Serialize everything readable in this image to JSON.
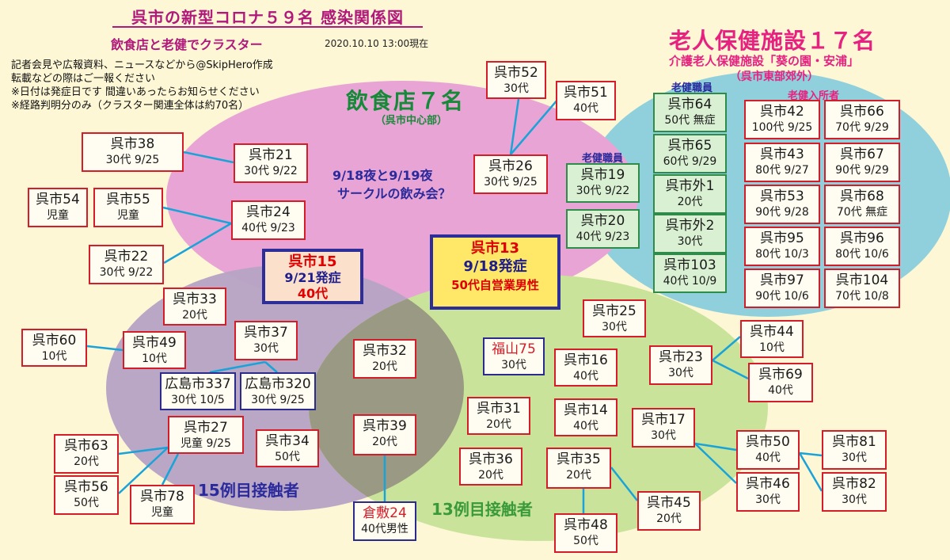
{
  "header": {
    "title": "呉市の新型コロナ５９名 感染関係図",
    "subtitle": "飲食店と老健でクラスター",
    "date": "2020.10.10 13:00現在",
    "notes": [
      "記者会見や広報資料、ニュースなどから@SkipHero作成",
      "転載などの際はご一報ください",
      "※日付は発症日です 間違いあったらお知らせください",
      "※経路判明分のみ（クラスター関連全体は約70名）"
    ]
  },
  "clusters": {
    "restaurant": {
      "title": "飲食店７名",
      "sub": "（呉市中心部）",
      "event": "9/18夜と9/19夜",
      "event2": "サークルの飲み会？"
    },
    "nursing": {
      "title": "老人保健施設１７名",
      "sub": "介護老人保健施設「葵の園・安浦」",
      "sub2": "（呉市東部郊外）",
      "staff_label": "老健職員",
      "resident_label": "老健入所者"
    },
    "contact15": {
      "label": "15例目接触者"
    },
    "contact13": {
      "label": "13例目接触者"
    }
  },
  "cases": {
    "c13": {
      "name": "呉市13",
      "line1": "9/18発症",
      "line2": "50代自営業男性"
    },
    "c15": {
      "name": "呉市15",
      "line1": "9/21発症",
      "line2": "40代"
    },
    "c52": {
      "name": "呉市52",
      "line1": "30代"
    },
    "c51": {
      "name": "呉市51",
      "line1": "40代"
    },
    "c26": {
      "name": "呉市26",
      "line1": "30代 9/25"
    },
    "c21": {
      "name": "呉市21",
      "line1": "30代 9/22"
    },
    "c24": {
      "name": "呉市24",
      "line1": "40代 9/23"
    },
    "c38": {
      "name": "呉市38",
      "line1": "30代 9/25"
    },
    "c54": {
      "name": "呉市54",
      "line1": "児童"
    },
    "c55": {
      "name": "呉市55",
      "line1": "児童"
    },
    "c22": {
      "name": "呉市22",
      "line1": "30代 9/22"
    },
    "c19": {
      "name": "呉市19",
      "line1": "30代 9/22"
    },
    "c20": {
      "name": "呉市20",
      "line1": "40代 9/23"
    },
    "c64": {
      "name": "呉市64",
      "line1": "50代 無症"
    },
    "c65": {
      "name": "呉市65",
      "line1": "60代 9/29"
    },
    "cx1": {
      "name": "呉市外1",
      "line1": "20代"
    },
    "cx2": {
      "name": "呉市外2",
      "line1": "30代"
    },
    "c103": {
      "name": "呉市103",
      "line1": "40代 10/9"
    },
    "c42": {
      "name": "呉市42",
      "line1": "100代 9/25"
    },
    "c66": {
      "name": "呉市66",
      "line1": "70代 9/29"
    },
    "c43": {
      "name": "呉市43",
      "line1": "80代 9/27"
    },
    "c67": {
      "name": "呉市67",
      "line1": "90代 9/29"
    },
    "c53": {
      "name": "呉市53",
      "line1": "90代 9/28"
    },
    "c68": {
      "name": "呉市68",
      "line1": "70代 無症"
    },
    "c95": {
      "name": "呉市95",
      "line1": "80代 10/3"
    },
    "c96": {
      "name": "呉市96",
      "line1": "80代 10/6"
    },
    "c97": {
      "name": "呉市97",
      "line1": "90代 10/6"
    },
    "c104": {
      "name": "呉市104",
      "line1": "70代 10/8"
    },
    "c33": {
      "name": "呉市33",
      "line1": "20代"
    },
    "c60": {
      "name": "呉市60",
      "line1": "10代"
    },
    "c49": {
      "name": "呉市49",
      "line1": "10代"
    },
    "c37": {
      "name": "呉市37",
      "line1": "30代"
    },
    "h337": {
      "name": "広島市337",
      "line1": "30代 10/5"
    },
    "h320": {
      "name": "広島市320",
      "line1": "30代 9/25"
    },
    "c27": {
      "name": "呉市27",
      "line1": "児童 9/25"
    },
    "c34": {
      "name": "呉市34",
      "line1": "50代"
    },
    "c63": {
      "name": "呉市63",
      "line1": "20代"
    },
    "c56": {
      "name": "呉市56",
      "line1": "50代"
    },
    "c78": {
      "name": "呉市78",
      "line1": "児童"
    },
    "c32": {
      "name": "呉市32",
      "line1": "20代"
    },
    "c39": {
      "name": "呉市39",
      "line1": "20代"
    },
    "k24": {
      "name": "倉敷24",
      "line1": "40代男性"
    },
    "f75": {
      "name": "福山75",
      "line1": "30代"
    },
    "c25": {
      "name": "呉市25",
      "line1": "30代"
    },
    "c16": {
      "name": "呉市16",
      "line1": "40代"
    },
    "c31": {
      "name": "呉市31",
      "line1": "20代"
    },
    "c14": {
      "name": "呉市14",
      "line1": "40代"
    },
    "c36": {
      "name": "呉市36",
      "line1": "20代"
    },
    "c35": {
      "name": "呉市35",
      "line1": "20代"
    },
    "c48": {
      "name": "呉市48",
      "line1": "50代"
    },
    "c45": {
      "name": "呉市45",
      "line1": "20代"
    },
    "c23": {
      "name": "呉市23",
      "line1": "30代"
    },
    "c44": {
      "name": "呉市44",
      "line1": "10代"
    },
    "c69": {
      "name": "呉市69",
      "line1": "40代"
    },
    "c17": {
      "name": "呉市17",
      "line1": "30代"
    },
    "c50": {
      "name": "呉市50",
      "line1": "40代"
    },
    "c46": {
      "name": "呉市46",
      "line1": "30代"
    },
    "c81": {
      "name": "呉市81",
      "line1": "30代"
    },
    "c82": {
      "name": "呉市82",
      "line1": "30代"
    }
  },
  "colors": {
    "restaurant": "#e8a4d4",
    "nursing": "#8fd0dc",
    "contact15": "#b8a4c4",
    "contact13": "#c9e49a",
    "overlap": "#9a9a84",
    "link": "#1aa3d8",
    "case_border": "#d51d2a",
    "outside_border": "#2b2b8c",
    "staff_fill": "#d9f0d2"
  }
}
